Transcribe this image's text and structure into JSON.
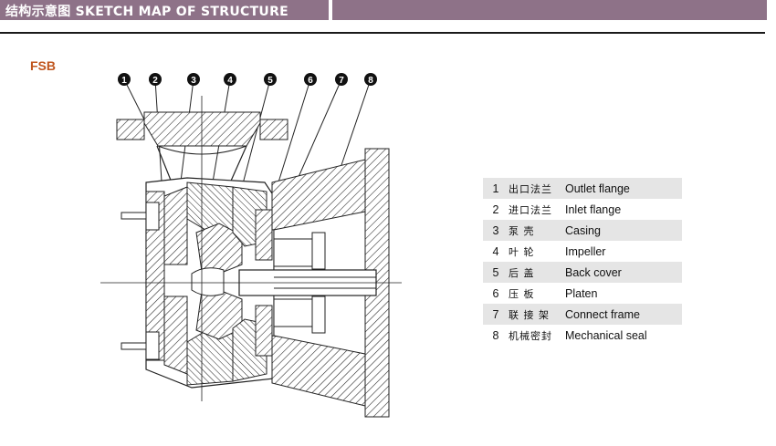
{
  "header": {
    "title": "结构示意图 SKETCH MAP OF STRUCTURE"
  },
  "model": "FSB",
  "callouts": [
    "1",
    "2",
    "3",
    "4",
    "5",
    "6",
    "7",
    "8"
  ],
  "parts": [
    {
      "num": "1",
      "zh": "出口法兰",
      "en": "Outlet flange"
    },
    {
      "num": "2",
      "zh": "进口法兰",
      "en": "Inlet flange"
    },
    {
      "num": "3",
      "zh": "泵    壳",
      "en": "Casing"
    },
    {
      "num": "4",
      "zh": "叶    轮",
      "en": "Impeller"
    },
    {
      "num": "5",
      "zh": "后    盖",
      "en": "Back cover"
    },
    {
      "num": "6",
      "zh": "压    板",
      "en": "Platen"
    },
    {
      "num": "7",
      "zh": "联 接 架",
      "en": "Connect frame"
    },
    {
      "num": "8",
      "zh": "机械密封",
      "en": "Mechanical seal"
    }
  ],
  "colors": {
    "header_bg": "#8e7288",
    "model_label": "#c0561e",
    "row_shade": "#e5e5e5"
  }
}
